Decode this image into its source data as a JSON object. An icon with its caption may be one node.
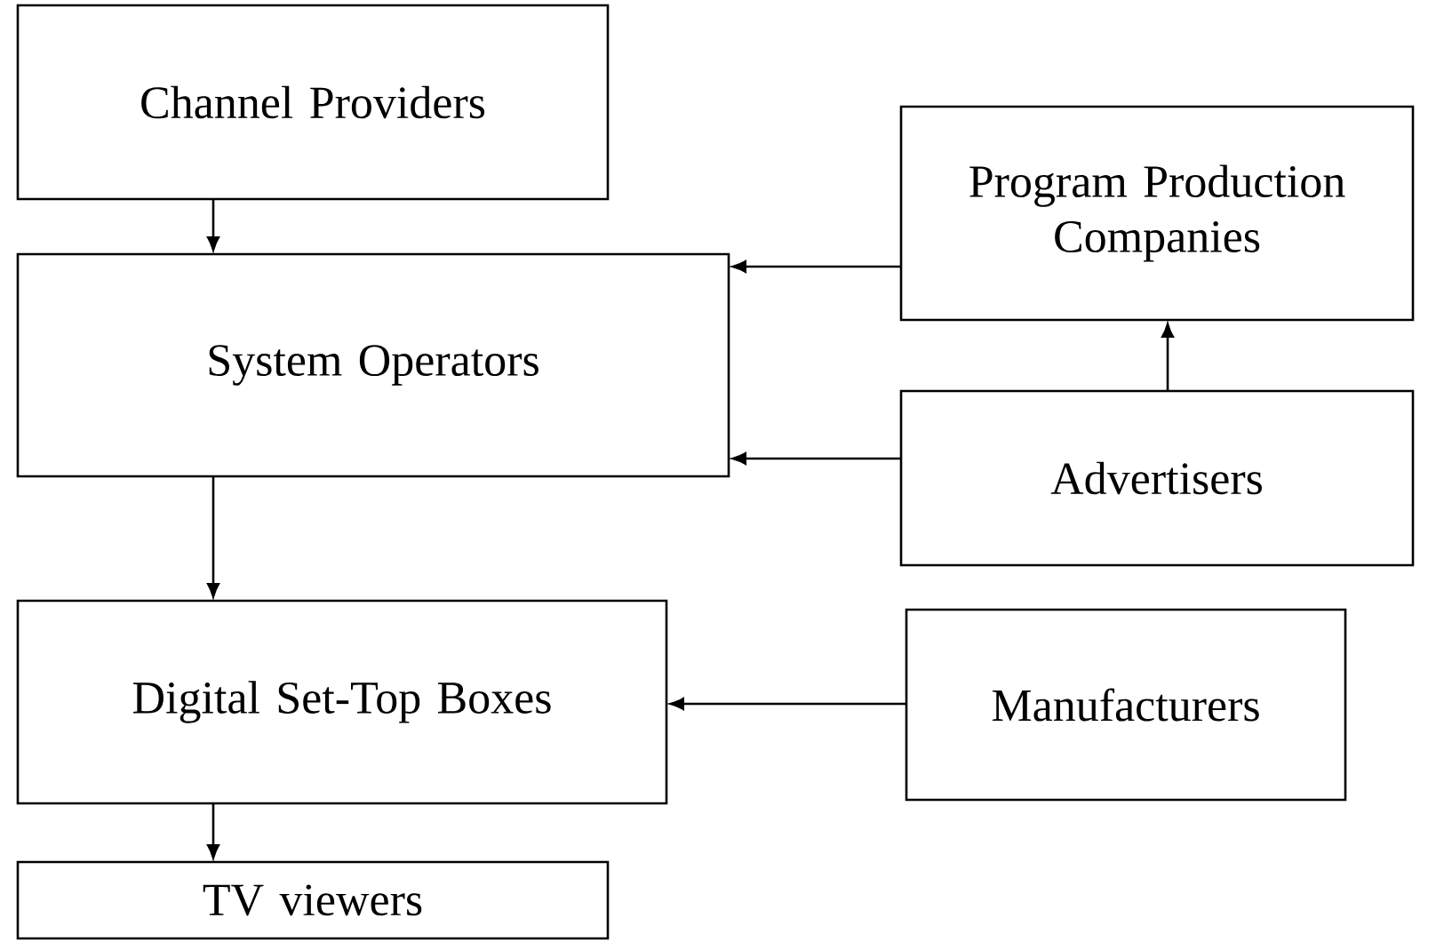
{
  "diagram": {
    "nodes": [
      {
        "text": [
          "Channel Providers"
        ]
      },
      {
        "text": [
          "System Operators"
        ]
      },
      {
        "text": [
          "Program Production Companies"
        ]
      },
      {
        "text": [
          "Advertisers"
        ]
      },
      {
        "text": [
          "Digital Set-Top Boxes"
        ]
      },
      {
        "text": [
          "Manufacturers"
        ]
      },
      {
        "text": [
          "TV viewers"
        ]
      }
    ],
    "edges": [
      {
        "from": 0,
        "to": 1,
        "arrow": "to"
      },
      {
        "from": 2,
        "to": 1,
        "arrow": "to"
      },
      {
        "from": 3,
        "to": 1,
        "arrow": "to"
      },
      {
        "from": 3,
        "to": 2,
        "arrow": "to"
      },
      {
        "from": 1,
        "to": 4,
        "arrow": "to"
      },
      {
        "from": 5,
        "to": 4,
        "arrow": "to"
      },
      {
        "from": 4,
        "to": 6,
        "arrow": "to"
      }
    ]
  }
}
